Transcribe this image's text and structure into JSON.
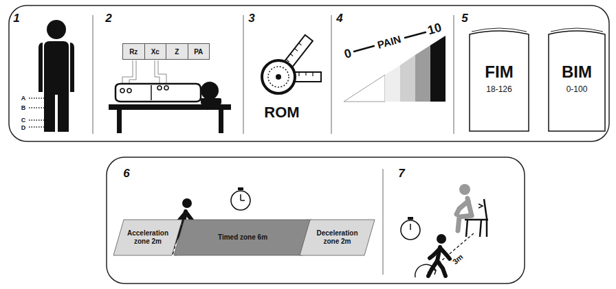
{
  "diagram": {
    "nodes": [
      {
        "text": [
          "Rz",
          "Xc",
          "Z",
          "PA"
        ]
      },
      {
        "text": [
          "FIM",
          "18-126"
        ]
      },
      {
        "text": [
          "BIM",
          "0-100"
        ]
      },
      {
        "text": [
          "Acceleration zone 2m"
        ]
      },
      {
        "text": [
          "Timed zone 6m"
        ]
      },
      {
        "text": [
          "Deceleration zone 2m"
        ]
      }
    ],
    "labels": [
      "1",
      "A",
      "B",
      "C",
      "D",
      "2",
      "3",
      "ROM",
      "4",
      "0",
      "PAIN",
      "10",
      "5",
      "6",
      "7",
      "3m"
    ]
  }
}
